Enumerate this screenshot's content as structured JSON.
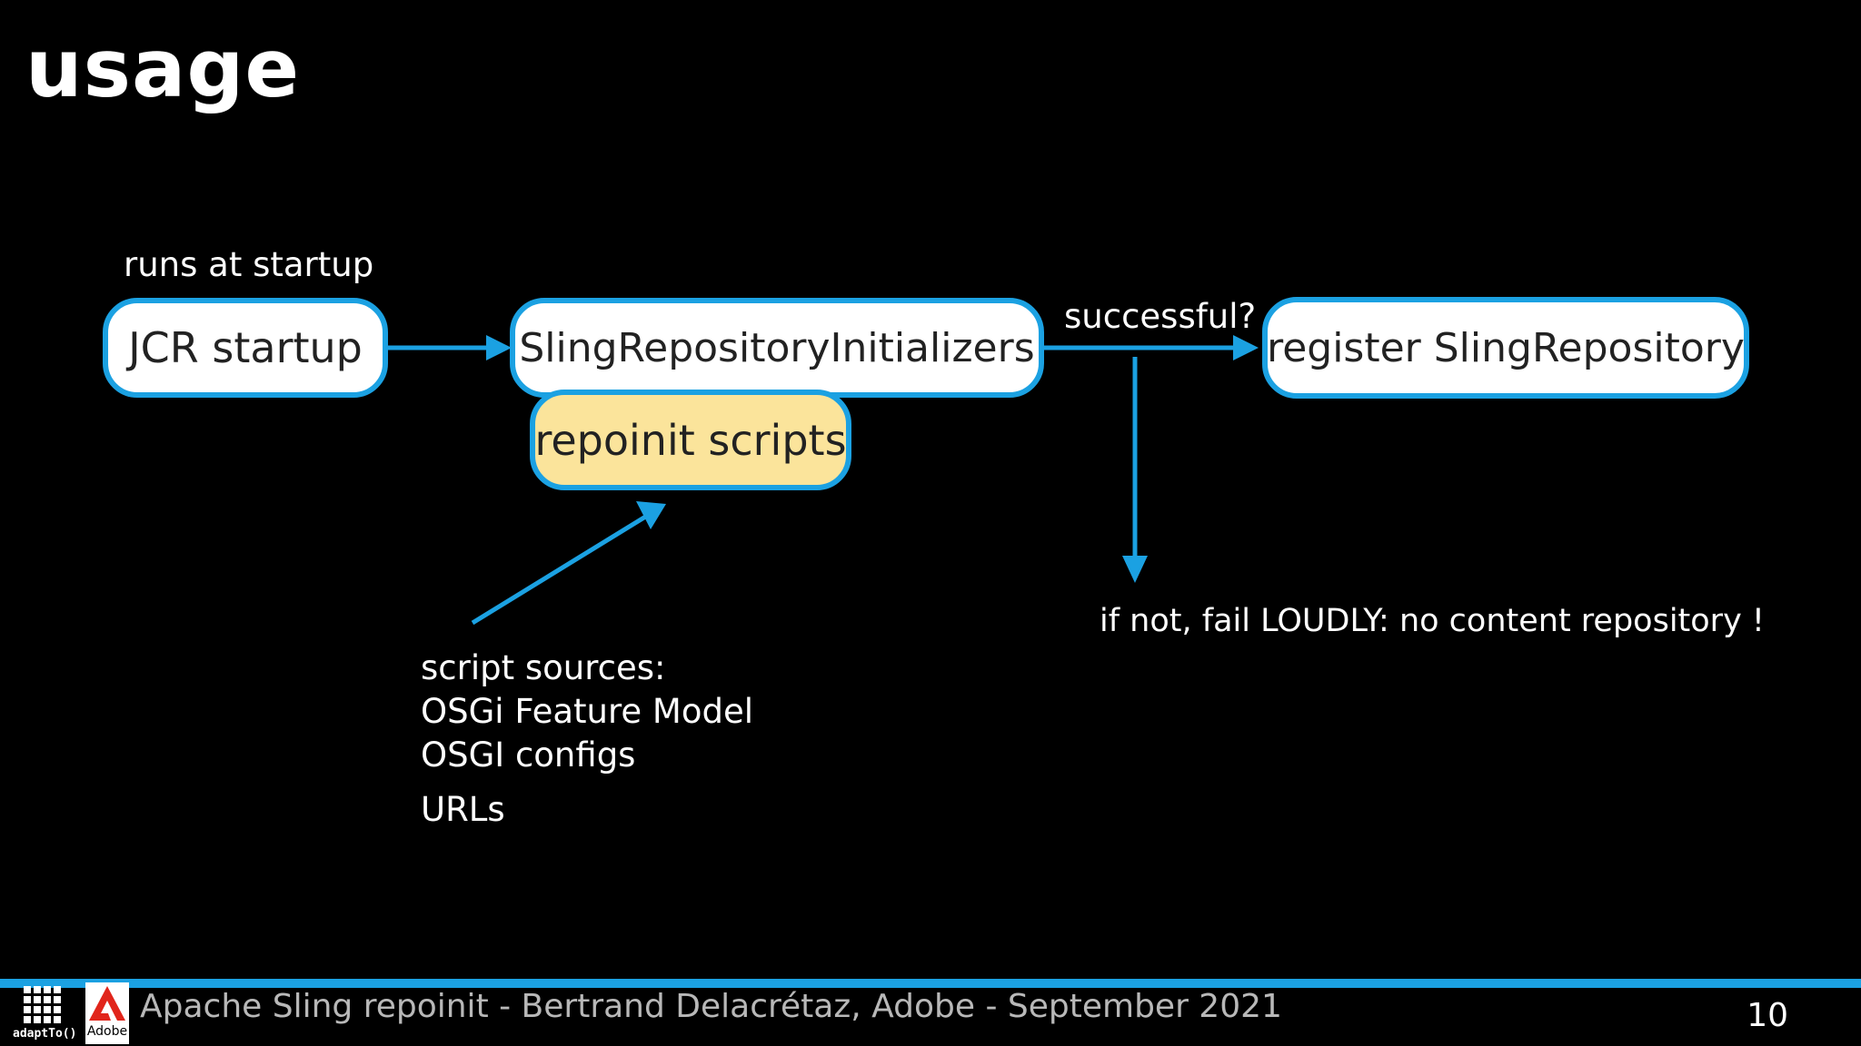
{
  "slide": {
    "title": "usage",
    "page_number": "10"
  },
  "diagram": {
    "runs_at_startup_label": "runs at startup",
    "jcr_startup_box": "JCR startup",
    "initializers_box": "SlingRepositoryInitializers",
    "repoinit_scripts_box": "repoinit scripts",
    "successful_label": "successful?",
    "register_box": "register SlingRepository",
    "fail_label": "if not, fail LOUDLY: no content repository !",
    "script_sources": {
      "heading": "script sources:",
      "items": [
        "OSGi Feature Model",
        "OSGI configs",
        "URLs"
      ]
    }
  },
  "footer": {
    "text": "Apache Sling repoinit - Bertrand Delacrétaz, Adobe - September 2021",
    "adaptto_logo_text": "adaptTo()",
    "adobe_logo_text": "Adobe"
  },
  "colors": {
    "background": "#000000",
    "accent_blue": "#1ba1e2",
    "box_fill": "#ffffff",
    "highlight_box_fill": "#fbe49b",
    "adobe_red": "#e1251b"
  },
  "icons": {
    "adaptto_logo": "adaptto-logo-icon",
    "adobe_logo": "adobe-logo-icon"
  }
}
